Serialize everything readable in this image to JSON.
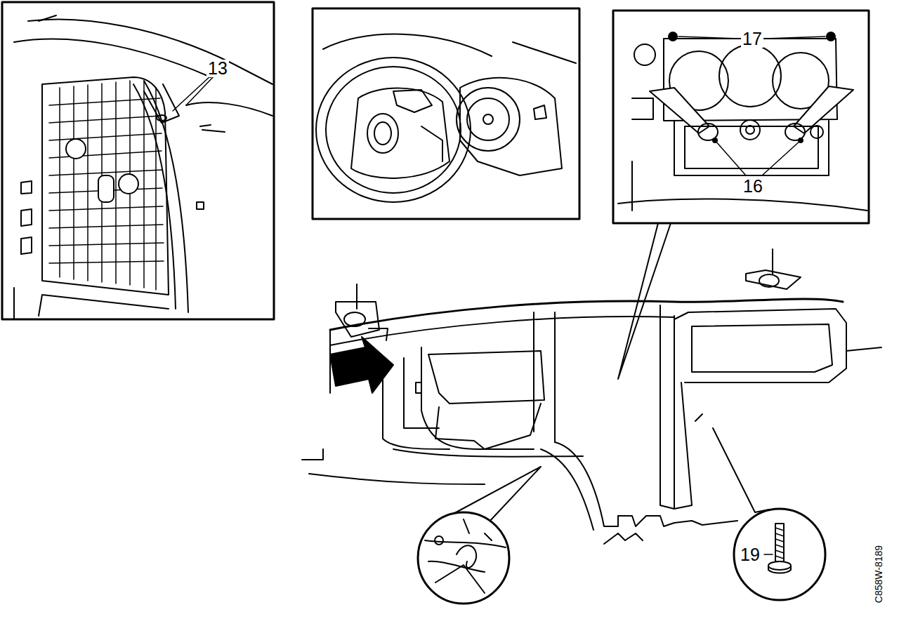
{
  "diagram": {
    "labels": [
      "13",
      "17",
      "16",
      "19",
      "C858W-8189"
    ]
  }
}
